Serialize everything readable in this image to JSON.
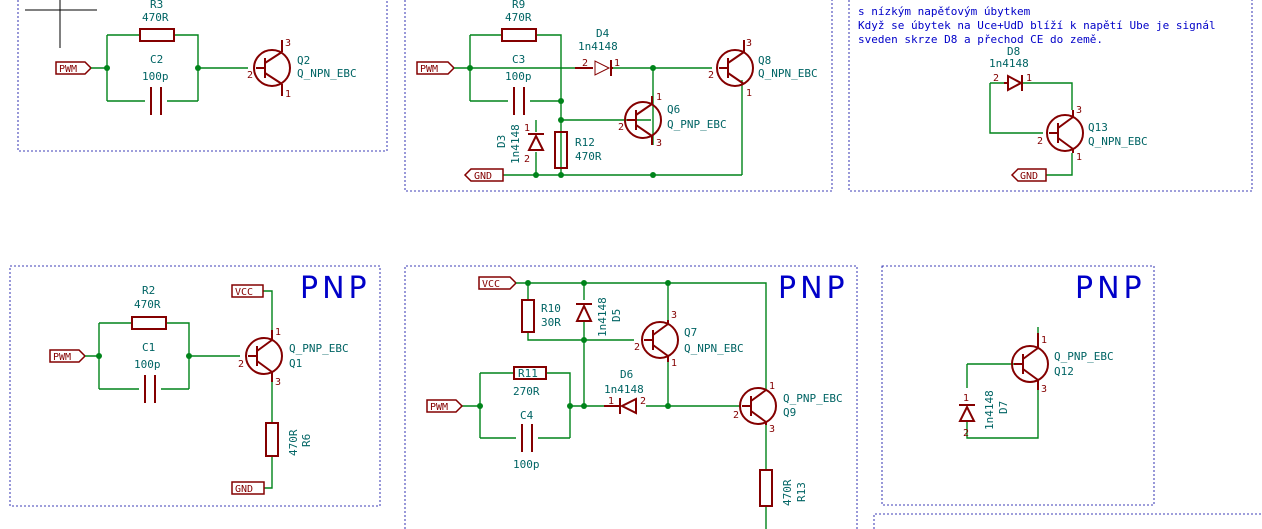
{
  "notes": {
    "line1": "s nízkým napěťovým úbytkem",
    "line2": "Když se úbytek na Uce+UdD blíží k napětí Ube je signál",
    "line3": "sveden skrze D8 a přechod CE do země."
  },
  "titles": {
    "b4": "PNP",
    "b5": "PNP",
    "b6": "PNP"
  },
  "nets": {
    "pwm": "PWM",
    "gnd": "GND",
    "vcc": "VCC"
  },
  "parts": {
    "r3": {
      "ref": "R3",
      "val": "470R"
    },
    "c2": {
      "ref": "C2",
      "val": "100p"
    },
    "q2": {
      "ref": "Q2",
      "val": "Q_NPN_EBC"
    },
    "r9": {
      "ref": "R9",
      "val": "470R"
    },
    "c3": {
      "ref": "C3",
      "val": "100p"
    },
    "d4": {
      "ref": "D4",
      "val": "1n4148"
    },
    "q8": {
      "ref": "Q8",
      "val": "Q_NPN_EBC"
    },
    "q6": {
      "ref": "Q6",
      "val": "Q_PNP_EBC"
    },
    "d3": {
      "ref": "D3",
      "val": "1n4148"
    },
    "r12": {
      "ref": "R12",
      "val": "470R"
    },
    "d8": {
      "ref": "D8",
      "val": "1n4148"
    },
    "q13": {
      "ref": "Q13",
      "val": "Q_NPN_EBC"
    },
    "r2": {
      "ref": "R2",
      "val": "470R"
    },
    "c1": {
      "ref": "C1",
      "val": "100p"
    },
    "q1": {
      "ref": "Q1",
      "val": "Q_PNP_EBC"
    },
    "r6": {
      "ref": "R6",
      "val": "470R"
    },
    "r10": {
      "ref": "R10",
      "val": "30R"
    },
    "d5": {
      "ref": "D5",
      "val": "1n4148"
    },
    "q7": {
      "ref": "Q7",
      "val": "Q_NPN_EBC"
    },
    "r11": {
      "ref": "R11",
      "val": "270R"
    },
    "c4": {
      "ref": "C4",
      "val": "100p"
    },
    "d6": {
      "ref": "D6",
      "val": "1n4148"
    },
    "q9": {
      "ref": "Q9",
      "val": "Q_PNP_EBC"
    },
    "r13": {
      "ref": "R13",
      "val": "470R"
    },
    "q12": {
      "ref": "Q12",
      "val": "Q_PNP_EBC"
    },
    "d7": {
      "ref": "D7",
      "val": "1n4148"
    }
  },
  "pins": {
    "one": "1",
    "two": "2",
    "three": "3"
  },
  "colors": {
    "wire": "#00841a",
    "component": "#840000",
    "text": "#006464",
    "frame": "#0000a0"
  }
}
